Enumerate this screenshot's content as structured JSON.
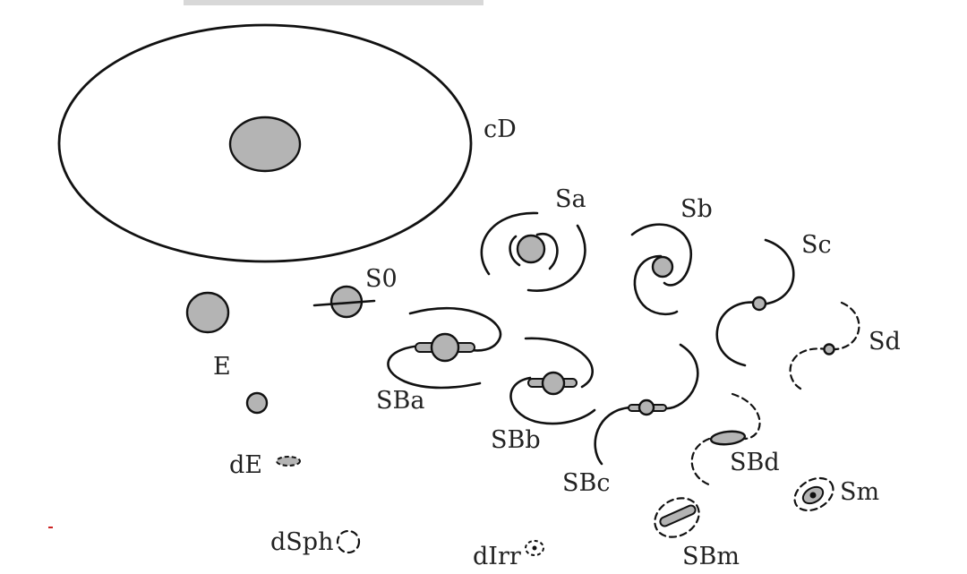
{
  "diagram": {
    "colors": {
      "bulge": "#b4b4b4",
      "stroke": "#111111",
      "text": "#222222",
      "accent": "#cc2222"
    },
    "labels": {
      "cD": "cD",
      "S0": "S0",
      "E": "E",
      "dE": "dE",
      "dSph": "dSph",
      "dIrr": "dIrr",
      "Sa": "Sa",
      "Sb": "Sb",
      "Sc": "Sc",
      "Sd": "Sd",
      "SBa": "SBa",
      "SBb": "SBb",
      "SBc": "SBc",
      "SBd": "SBd",
      "SBm": "SBm",
      "Sm": "Sm"
    }
  }
}
